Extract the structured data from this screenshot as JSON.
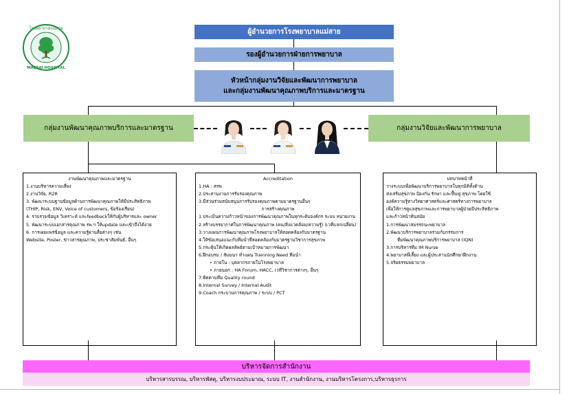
{
  "logo": {
    "top_text": "โรงพยาบาลแม่สาย",
    "bottom_text": "MAESAI HOSPITAL",
    "colors": {
      "ring": "#1e8a3c",
      "tree": "#2e9e46"
    }
  },
  "org": {
    "director": "ผู้อำนวยการโรงพยาบาลแม่สาย",
    "deputy": "รองผู้อำนวยการฝ่ายการพยาบาล",
    "head_line1": "หัวหน้ากลุ่มงานวิจัยและพัฒนาการพยาบาล",
    "head_line2": "และกลุ่มงานพัฒนาคุณภาพบริการและมาตรฐาน",
    "left_group": "กลุ่มงานพัฒนาคุณภาพบริการและมาตรฐาน",
    "right_group": "กลุ่มงานวิจัยและพัฒนาการพยาบาล",
    "admin_title": "บริหารจัดการสำนักงาน",
    "admin_sub": "บริหารสารบรรณ, บริหารพัสดุ, บริหารงบประมาณ, ระบบ IT, งานสำนักงาน, งานบริหารโครงการ,บริหารธุรการ"
  },
  "panels": {
    "left": {
      "title": "งานพัฒนาคุณภาพและมาตรฐาน",
      "lines": [
        "1.งานบริหารความเสี่ยง",
        "2.งานวิจัย, R2R",
        "3. พัฒนาระบบฐานข้อมูลด้านการพัฒนาคุณภาพให้มีประสิทธิภาพ",
        "(THIP, Risk, ENV, Voice of customers, ข้อร้องเรียน)",
        "4. รวบรวมข้อมูล วิเคราะห์ และfeedbackให้กับผู้บริหารและ owner",
        "5. พัฒนาระบบเอกสารคุณภาพ รพ.ฯ ให้update และเข้าถึงได้ง่าย",
        "6. การเผยแพร่ข้อมูล และความรู้ผ่านสื่อต่างๆ เช่น",
        "Website, Poster, ข่าวสารคุณภาพ, ประชาสัมพันธ์, อื่นๆ"
      ]
    },
    "middle": {
      "title": "Accreditation",
      "lines": [
        "1.HA : สรพ",
        "2.ประสานงานการรับรองคุณภาพ",
        "3.มีส่วนร่วมสนับสนุนการรับรองคุณภาพตามมาตรฐานอื่นๆ",
        "การสร้างคุณภาพ",
        "1.ประเมินความก้าวหน้าของการพัฒนาคุณภาพในทุกระดับองค์กร ระบบ หน่วยงาน",
        "2.สร้างบรรยากาศในการพัฒนาคุณภาพ (คน/สิ่งแวดล้อม/ความรู้) (เวทีแลกเปลี่ยน)",
        "3.วางแผนการพัฒนาคุณภาพโรงพยาบาลให้สอดคล้องกับมาตรฐาน",
        "4.ให้ข้อเสนอแนะกับทีมนำที่สอดคล้องกับมาตรฐานวิชาการสุขภาพ",
        "5.กระตุ้นให้เกิดผลลัพธ์ตามเป้าหมายการพัฒนา",
        "6.ฝึกอบรม / สัมมนา         ทำแผน Trainning Need ทีมนำ",
        "• ภายใน : บุคลากรภายในโรงพยาบาล",
        "• ภายนอก : HA Forum, HACC, เวทีวิชาการต่างๆ, อื่นๆ",
        "7.ติดตามทีม Quality round",
        "8.Internal Survey / Internal Audit",
        "9.Coach กระบวนการคุณภาพ / ระบบ / PCT"
      ]
    },
    "right": {
      "title": "บทบาทหน้าที่",
      "lines": [
        "วางระบบเพื่อพัฒนาบริการพยาบาลในทุกมิติทั้งด้าน",
        "ส่งเสริมสุขภาพ ป้องกัน รักษา และฟื้นฟู สุขภาพ โดยใช้",
        "องค์ความรู้ทางวิทยาศาสตร์และศาสตร์ทางการพยาบาล",
        "เพื่อให้การดูแลสุขภาพและการพยาบาลผู้ป่วยมีประสิทธิภาพ",
        "และก้าวหน้าทันสมัย",
        "1.การพัฒนาสมรรถนะพยาบาล",
        "2.พัฒนาบริการพยาบาลร่วมกับกรรมการ",
        "ทีมพัฒนาคุณภาพบริการพยาบาล (IQN)",
        "3.การบริหารทีม IM Nurse",
        "4.พยาบาลพี่เลี้ยง และผู้ประสานนักศึกษาฝึกงาน",
        "5.จริยธรรมพยาบาล"
      ]
    }
  },
  "colors": {
    "director_bg": "#4472c4",
    "deputy_bg": "#8eaadb",
    "group_bg": "#a9d08e",
    "admin_bg": "#ff66ff",
    "admin_sub_bg": "#f8d7f4"
  }
}
